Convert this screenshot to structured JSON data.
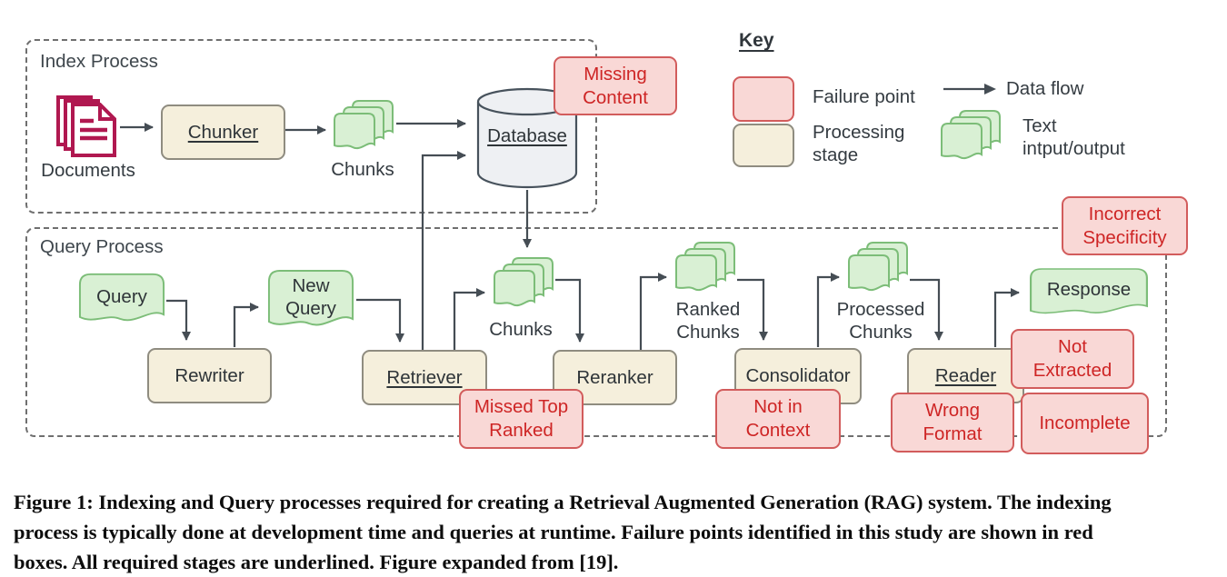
{
  "colors": {
    "failure_fill": "#f9d8d6",
    "failure_border": "#d25c5c",
    "failure_text": "#ce2525",
    "stage_fill": "#f5efdc",
    "stage_border": "#8f8c80",
    "io_fill": "#d9f0d4",
    "io_border": "#7cbd78",
    "documents_icon": "#b01850",
    "database_fill": "#eef0f3",
    "database_border": "#47525c",
    "arrow": "#454d54",
    "dashed_border": "#6f6f6f",
    "label_text": "#343b41"
  },
  "index_process": {
    "title": "Index Process",
    "documents_label": "Documents",
    "chunker_label": "Chunker",
    "chunks_label": "Chunks",
    "database_label": "Database",
    "missing_content": "Missing\nContent"
  },
  "key": {
    "title": "Key",
    "failure_point": "Failure point",
    "data_flow": "Data flow",
    "processing_stage": "Processing\nstage",
    "text_io": "Text\nintput/output"
  },
  "query_process": {
    "title": "Query Process",
    "query": "Query",
    "rewriter": "Rewriter",
    "new_query": "New\nQuery",
    "retriever": "Retriever",
    "chunks": "Chunks",
    "reranker": "Reranker",
    "ranked_chunks": "Ranked\nChunks",
    "consolidator": "Consolidator",
    "processed_chunks": "Processed\nChunks",
    "reader": "Reader",
    "response": "Response",
    "missed_top_ranked": "Missed Top\nRanked",
    "not_in_context": "Not in\nContext",
    "wrong_format": "Wrong\nFormat",
    "not_extracted": "Not\nExtracted",
    "incomplete": "Incomplete",
    "incorrect_specificity": "Incorrect\nSpecificity"
  },
  "caption": {
    "lines": [
      "Figure 1: Indexing and Query processes required for creating a Retrieval Augmented Generation (RAG) system. The indexing",
      "process is typically done at development time and queries at runtime. Failure points identified in this study are shown in red",
      "boxes. All required stages are underlined. Figure expanded from [19]."
    ]
  }
}
